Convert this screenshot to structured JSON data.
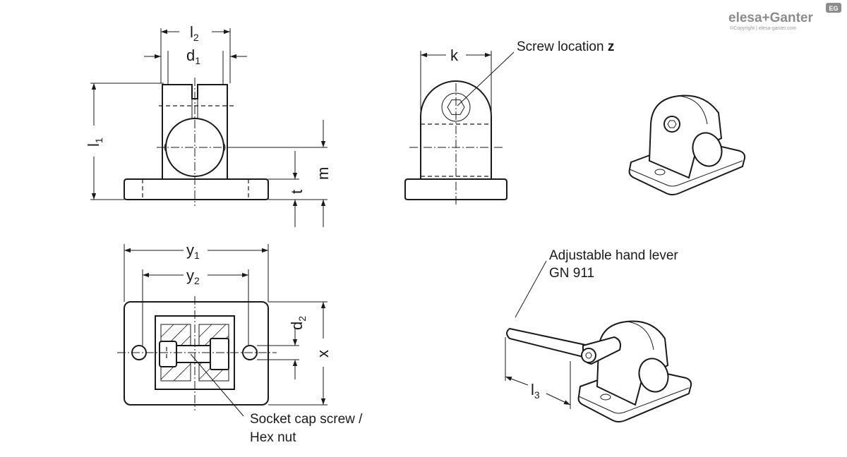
{
  "brand": {
    "logo_text": "elesa+Ganter",
    "badge": "EG",
    "copyright": "©Copyright | elesa-ganter.com",
    "colors": {
      "logo_gray": "#8c8c8c",
      "line": "#1a1a1a",
      "background": "#ffffff"
    }
  },
  "dimensions": {
    "l2": {
      "base": "l",
      "sub": "2"
    },
    "d1": {
      "base": "d",
      "sub": "1"
    },
    "l1": {
      "base": "l",
      "sub": "1"
    },
    "m": {
      "base": "m"
    },
    "t": {
      "base": "t"
    },
    "k": {
      "base": "k"
    },
    "y1": {
      "base": "y",
      "sub": "1"
    },
    "y2": {
      "base": "y",
      "sub": "2"
    },
    "d2": {
      "base": "d",
      "sub": "2"
    },
    "x": {
      "base": "x"
    },
    "l3": {
      "base": "l",
      "sub": "3"
    }
  },
  "callouts": {
    "screw_location": {
      "text": "Screw location ",
      "bold": "z"
    },
    "hand_lever": {
      "line1": "Adjustable hand lever",
      "line2": "GN 911"
    },
    "socket_screw": {
      "line1": "Socket cap screw /",
      "line2": "Hex nut"
    }
  }
}
